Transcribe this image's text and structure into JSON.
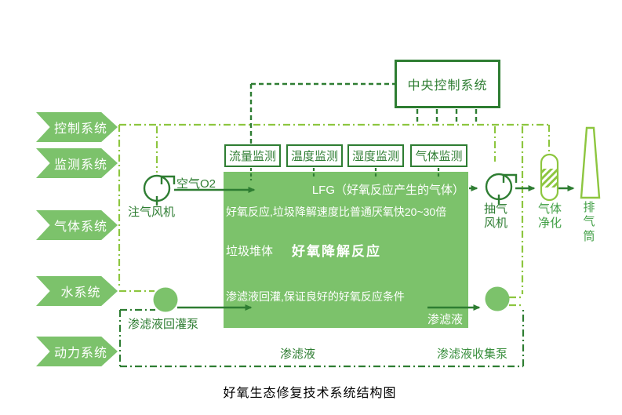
{
  "title": "好氧生态修复技术系统结构图",
  "colors": {
    "dark_green": "#2e7d32",
    "mid_green": "#7cc26b",
    "light_green": "#8dc63f",
    "label_green": "#43a047"
  },
  "side_banners": [
    {
      "label": "控制系统"
    },
    {
      "label": "监测系统"
    },
    {
      "label": "气体系统"
    },
    {
      "label": "水系统"
    },
    {
      "label": "动力系统"
    }
  ],
  "central_control": {
    "label": "中央控制系统"
  },
  "monitors": [
    {
      "label": "流量监测"
    },
    {
      "label": "温度监测"
    },
    {
      "label": "湿度监测"
    },
    {
      "label": "气体监测"
    }
  ],
  "reactor": {
    "lfg_label": "LFG（好氧反应产生的气体）",
    "reaction_note": "好氧反应,垃圾降解速度比普通厌氧快20~30倍",
    "pile_label": "垃圾堆体",
    "reaction_title": "好氧降解反应",
    "recirculation_note": "渗滤液回灌,保证良好的好氧反应条件",
    "leachate_out_label": "渗滤液"
  },
  "gas_path": {
    "injection_fan_label": "注气风机",
    "air_label": "空气O2",
    "extraction_fan_label": "抽气风机",
    "purifier_label": "气体净化",
    "stack_label": "排气筒"
  },
  "water_path": {
    "reinjection_pump_label": "渗滤液回灌泵",
    "leachate_label": "渗滤液",
    "collection_pump_label": "渗滤液收集泵"
  }
}
